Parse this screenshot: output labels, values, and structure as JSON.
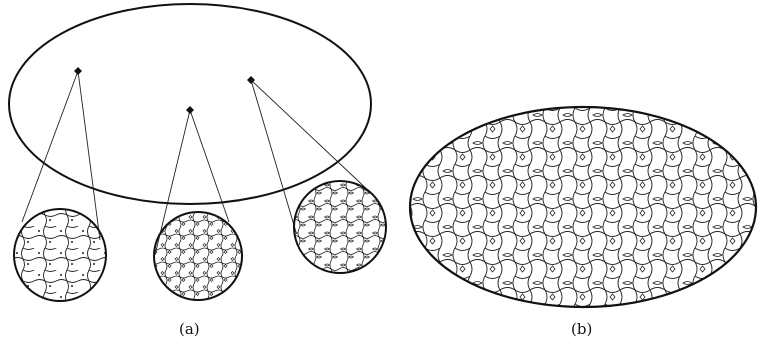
{
  "captions": {
    "a": "(a)",
    "b": "(b)"
  },
  "colors": {
    "stroke": "#111111",
    "background": "#ffffff"
  },
  "diagram": {
    "panel_a": {
      "sample_point_count": 3,
      "magnified_samples": [
        {
          "pattern": "coarse-cells-with-dots"
        },
        {
          "pattern": "dense-cells-with-diamonds"
        },
        {
          "pattern": "cells-with-lens-shapes"
        }
      ]
    },
    "panel_b": {
      "pattern": "wavy-cells-with-lenses-and-diamonds"
    }
  }
}
